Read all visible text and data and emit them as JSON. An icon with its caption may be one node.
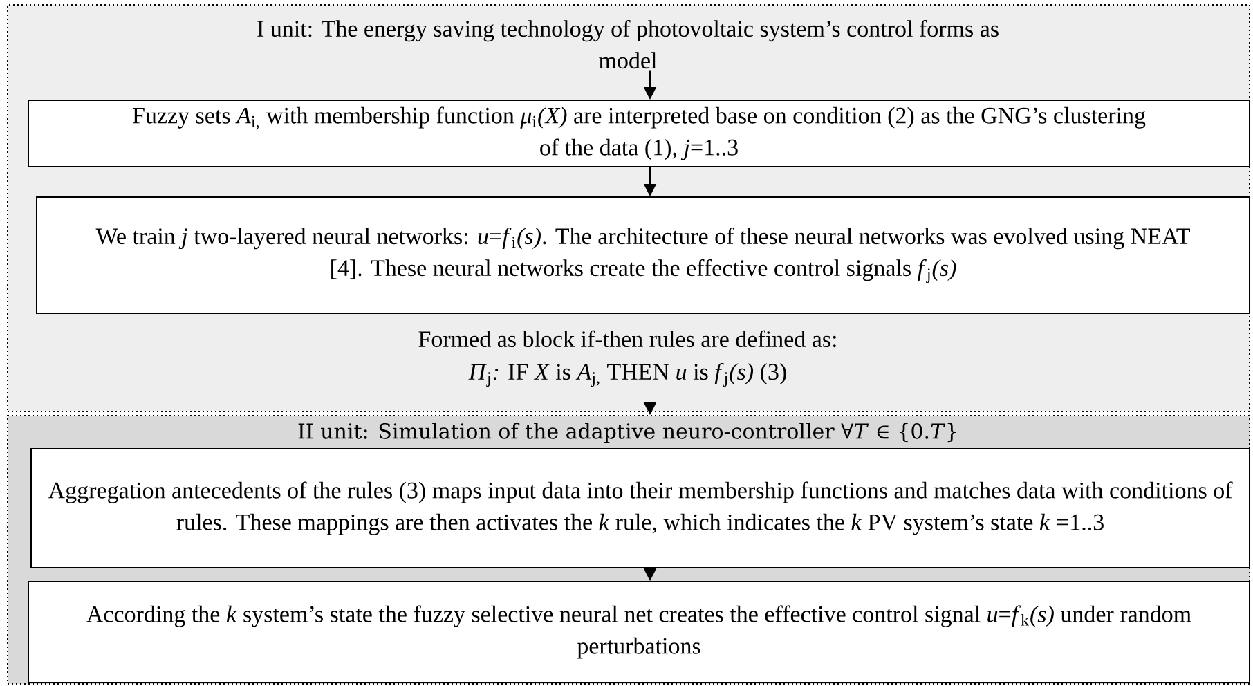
{
  "diagram": {
    "nodes": [
      {
        "text": [
          "Formed as block if-then rules are defined as:",
          "*Π*$_{j}$*:* IF  *X* is *A*$_{j,}$ THEN *u* is  *f*$_{j}$*(s)*                       (3)"
        ]
      },
      {
        "text": [
          "I unit: The energy saving technology of photovoltaic system’s control forms as model"
        ],
        "in": 0
      },
      {
        "text": [
          "Fuzzy sets *A*$_{i,}$ with membership function *μ*$_{i}$*(X)* are interpreted base on condition (2) as the GNG’s clustering of the data (1), *j*=1..3"
        ],
        "in": 0
      },
      {
        "text": [
          "We train *j* two-layered neural networks: *u*=*f*$_{i}$*(s)*. The architecture of these neural networks was evolved using NEAT [4]. These neural networks create the effective control signals *f*$_{j}$*(s)*"
        ],
        "in": 0
      },
      {
        "text": [
          "II unit: Simulation of the adaptive neuro-controller  ∀*T* ∈ {0.*T*}"
        ]
      },
      {
        "text": [
          "Aggregation antecedents of the rules (3) maps input data into their membership functions and matches data with conditions of rules. These mappings are then activates the *k* rule, which indicates the *k* PV system’s state *k* =1..3"
        ],
        "in": 4
      },
      {
        "text": [
          "According the *k* system’s state the fuzzy selective neural net creates the effective control signal *u*=*f*$_{k}$*(s)* under random perturbations"
        ],
        "in": 4
      }
    ],
    "edges": [
      {
        "from": 1,
        "to": 2,
        "arrow": "to"
      },
      {
        "from": 2,
        "to": 3,
        "arrow": "to"
      },
      {
        "from": 0,
        "to": 4,
        "arrow": "to"
      },
      {
        "from": 5,
        "to": 6,
        "arrow": "to"
      }
    ]
  }
}
